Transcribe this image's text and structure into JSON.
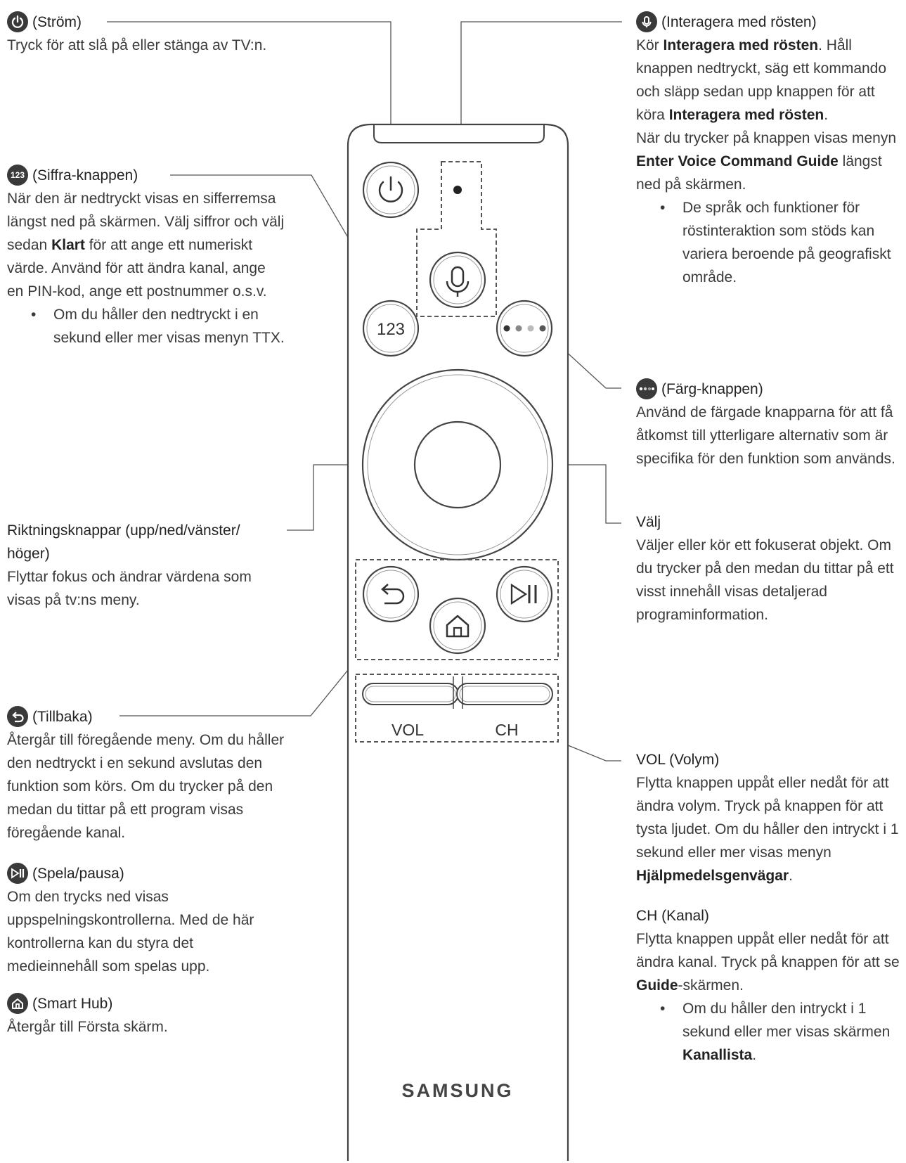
{
  "power": {
    "title": "(Ström)",
    "desc": "Tryck för att slå på eller stänga av TV:n."
  },
  "voice": {
    "title": "(Interagera med rösten)",
    "desc1_a": "Kör ",
    "desc1_b": "Interagera med rösten",
    "desc1_c": ". Håll knappen nedtryckt, säg ett kommando och släpp sedan upp knappen för att köra ",
    "desc1_d": "Interagera med rösten",
    "desc1_e": ".",
    "desc2_a": "När du trycker på knappen visas menyn ",
    "desc2_b": "Enter Voice Command Guide",
    "desc2_c": " längst ned på skärmen.",
    "bullet": "De språk och funktioner för röstinteraktion som stöds kan variera beroende på geografiskt område."
  },
  "number": {
    "icon_label": "123",
    "title": "(Siffra-knappen)",
    "desc_a": "När den är nedtryckt visas en sifferremsa längst ned på skärmen. Välj siffror och välj sedan ",
    "desc_b": "Klart",
    "desc_c": " för att ange ett numeriskt värde. Använd för att ändra kanal, ange en PIN-kod, ange ett postnummer o.s.v.",
    "bullet": "Om du håller den nedtryckt i en sekund eller mer visas menyn TTX."
  },
  "color": {
    "title": "(Färg-knappen)",
    "desc": "Använd de färgade knapparna för att få åtkomst till ytterligare alternativ som är specifika för den funktion som används."
  },
  "direction": {
    "title": "Riktningsknappar (upp/ned/vänster/ höger)",
    "desc": "Flyttar fokus och ändrar värdena som visas på tv:ns meny."
  },
  "select": {
    "title": "Välj",
    "desc": "Väljer eller kör ett fokuserat objekt. Om du trycker på den medan du tittar på ett visst innehåll visas detaljerad programinformation."
  },
  "back": {
    "title": "(Tillbaka)",
    "desc": "Återgår till föregående meny. Om du håller den nedtryckt i en sekund avslutas den funktion som körs. Om du trycker på den medan du tittar på ett program visas föregående kanal."
  },
  "playpause": {
    "title": "(Spela/pausa)",
    "desc": "Om den trycks ned visas uppspelningskontrollerna. Med de här kontrollerna kan du styra det medieinnehåll som spelas upp."
  },
  "smarthub": {
    "title": "(Smart Hub)",
    "desc": "Återgår till Första skärm."
  },
  "vol": {
    "title": "VOL (Volym)",
    "desc_a": "Flytta knappen uppåt eller nedåt för att ändra volym. Tryck på knappen för att tysta ljudet. Om du håller den intryckt i 1 sekund eller mer visas menyn ",
    "desc_b": "Hjälpmedelsgenvägar",
    "desc_c": "."
  },
  "ch": {
    "title": "CH (Kanal)",
    "desc_a": "Flytta knappen uppåt eller nedåt för att ändra kanal. Tryck på knappen för att se ",
    "desc_b": "Guide",
    "desc_c": "-skärmen.",
    "bullet_a": "Om du håller den intryckt i 1 sekund eller mer visas skärmen ",
    "bullet_b": "Kanallista",
    "bullet_c": "."
  },
  "remote": {
    "btn_number": "123",
    "vol_label": "VOL",
    "ch_label": "CH",
    "brand": "SAMSUNG"
  }
}
